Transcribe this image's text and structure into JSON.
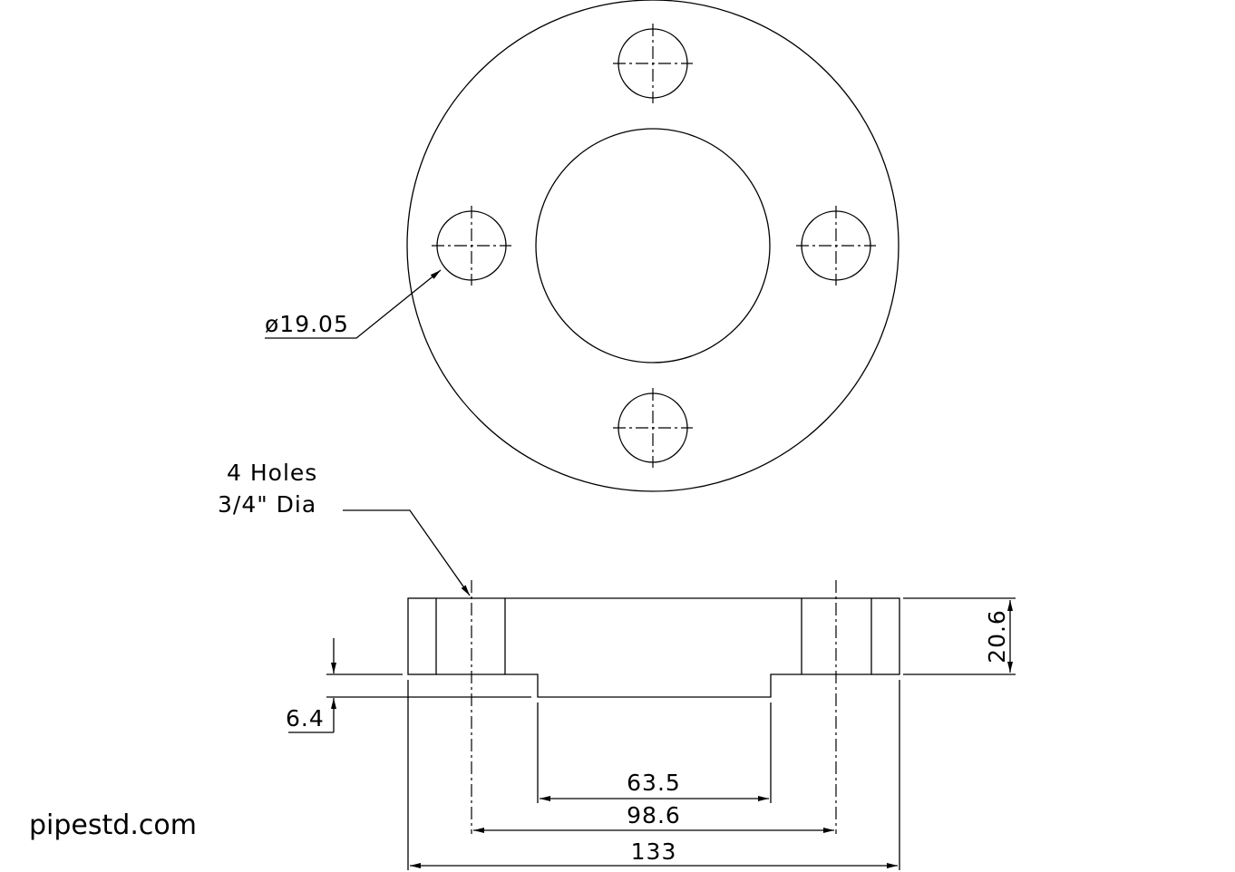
{
  "drawing": {
    "hole_diameter_label": "ø19.05",
    "holes_note_line1": "4 Holes",
    "holes_note_line2": "3/4\" Dia",
    "dimensions": {
      "thickness": "20.6",
      "hub_height": "6.4",
      "hub_diameter": "63.5",
      "bolt_circle": "98.6",
      "outer_diameter": "133"
    }
  },
  "watermark": "pipestd.com"
}
